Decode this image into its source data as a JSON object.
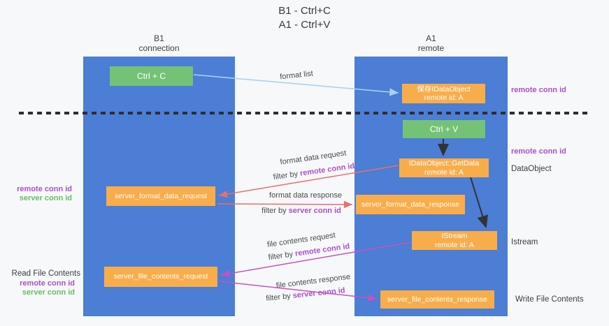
{
  "title": {
    "line1": "B1 - Ctrl+C",
    "line2": "A1 - Ctrl+V"
  },
  "lanes": {
    "left": {
      "title": "B1",
      "subtitle": "connection"
    },
    "right": {
      "title": "A1",
      "subtitle": "remote"
    }
  },
  "nodes": {
    "ctrl_c": {
      "label": "Ctrl + C"
    },
    "save_dataobject": {
      "line1": "保存IDataObject",
      "line2": "remote id: A"
    },
    "ctrl_v": {
      "label": "Ctrl + V"
    },
    "getdata": {
      "line1": "IDataObject::GetData",
      "line2": "remote id: A"
    },
    "format_request": {
      "label": "server_format_data_request"
    },
    "format_response": {
      "label": "server_format_data_response"
    },
    "istream": {
      "line1": "IStream",
      "line2": "remote id: A"
    },
    "file_request": {
      "label": "server_file_contents_request"
    },
    "file_response": {
      "label": "server_file_contents_response"
    }
  },
  "edge_labels": {
    "format_list": "format list",
    "format_data_request": "format data request",
    "format_data_response": "format data response",
    "file_contents_request": "file contents request",
    "file_contents_response": "file contents response",
    "filter_by": "filter by",
    "remote_conn_id": "remote conn id",
    "server_conn_id": "server conn id"
  },
  "side_labels": {
    "remote_conn_id": "remote conn id",
    "server_conn_id": "server conn id",
    "dataobject": "DataObject",
    "istream": "Istream",
    "read_file_contents": "Read File Contents",
    "write_file_contents": "Write File Contents"
  },
  "colors": {
    "lane_blue": "#4b7ed4",
    "node_orange": "#f9ad4a",
    "node_green": "#74c276",
    "arrow_light_blue": "#a9d3ee",
    "arrow_red": "#e87069",
    "arrow_magenta": "#c751c3",
    "arrow_black": "#333333",
    "label_purple": "#aa50c6",
    "label_green": "#67bd66",
    "background": "#f7f8fa"
  }
}
